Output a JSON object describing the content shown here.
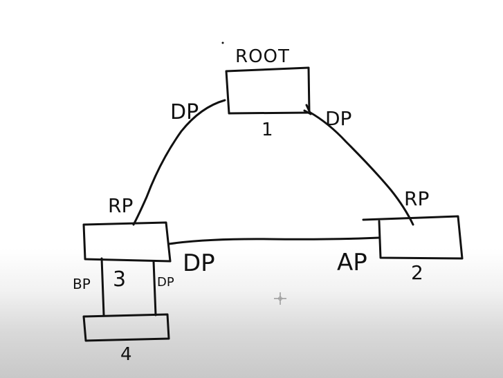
{
  "diagram": {
    "nodes": {
      "root": {
        "title": "ROOT",
        "number": "1"
      },
      "switch2": {
        "number": "2"
      },
      "switch3": {
        "number": "3"
      },
      "switch4": {
        "number": "4"
      }
    },
    "port_labels": {
      "root_left": "DP",
      "root_right": "DP",
      "s3_top": "RP",
      "s2_top": "RP",
      "s3_right": "DP",
      "s2_left": "AP",
      "s3_bottom_left": "BP",
      "s3_bottom_right": "DP"
    }
  },
  "colors": {
    "ink": "#111111",
    "paper": "#ffffff",
    "footer_shade": "#c8c8c8"
  },
  "icons": {
    "cursor": "move-cursor-icon"
  }
}
